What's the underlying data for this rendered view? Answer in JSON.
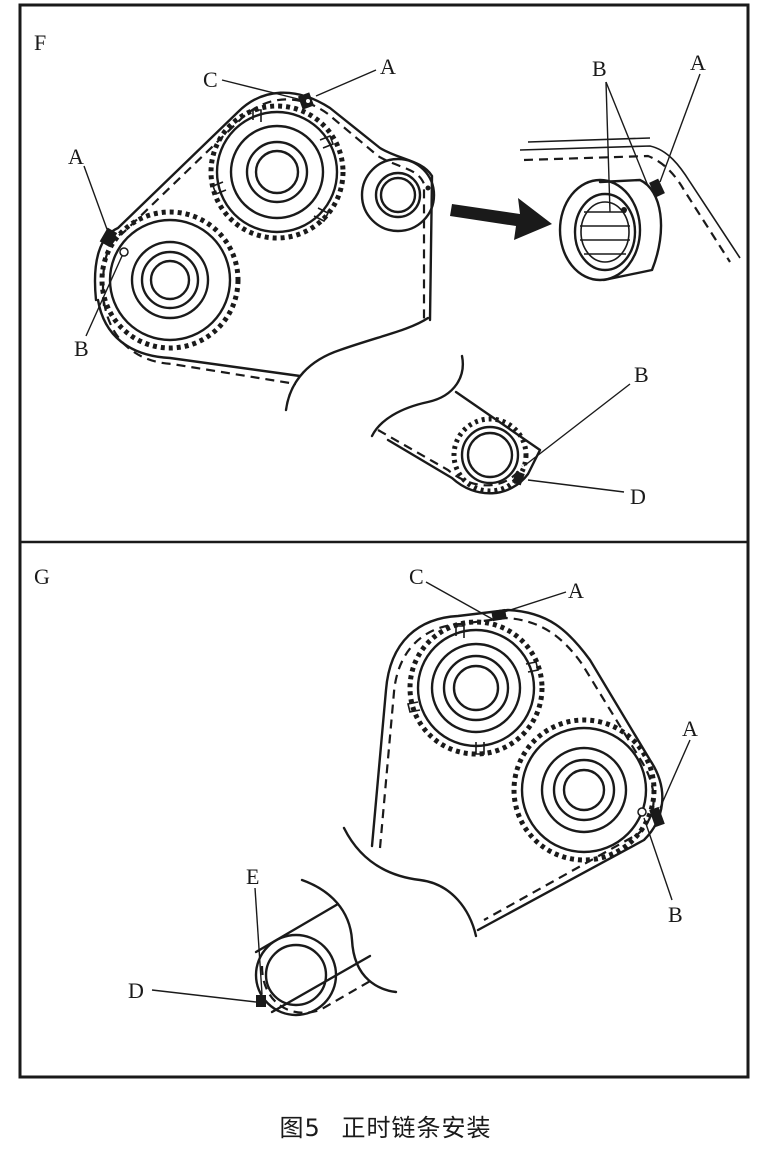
{
  "panels": {
    "top": {
      "label": "F",
      "markers": {
        "c": "C",
        "a_top": "A",
        "a_left": "A",
        "b_left": "B",
        "b_zoom": "B",
        "a_zoom": "A",
        "b_bottom": "B",
        "d_bottom": "D"
      }
    },
    "bottom": {
      "label": "G",
      "markers": {
        "c": "C",
        "a_top": "A",
        "a_right": "A",
        "b_right": "B",
        "e": "E",
        "d": "D"
      }
    }
  },
  "caption": {
    "number": "图5",
    "title": "正时链条安装"
  }
}
